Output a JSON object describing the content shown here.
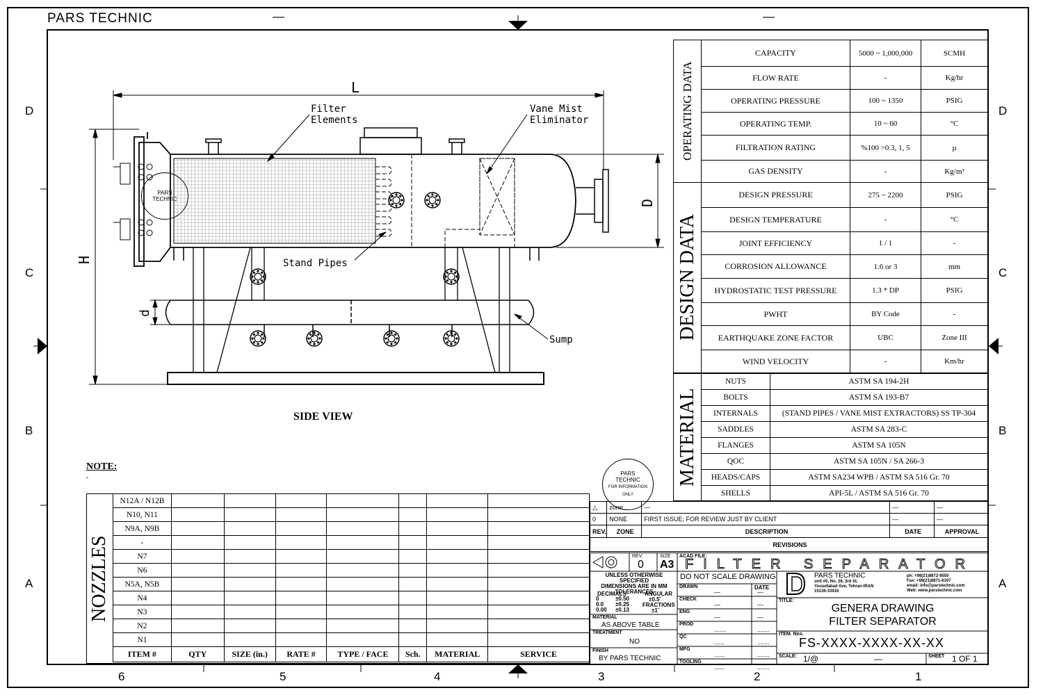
{
  "company": "PARS TECHNIC",
  "zones": {
    "top_marks": [
      "—",
      "—"
    ],
    "rows": [
      "D",
      "C",
      "B",
      "A"
    ],
    "cols": [
      "6",
      "5",
      "4",
      "3",
      "2",
      "1"
    ]
  },
  "drawing": {
    "view_title": "SIDE VIEW",
    "dimension_labels": {
      "length": "L",
      "height": "H",
      "diameter": "D",
      "sump_diameter": "d"
    },
    "callouts": {
      "filter_elements": [
        "Filter",
        "Elements"
      ],
      "vane_mist": [
        "Vane Mist",
        "Eliminator"
      ],
      "stand_pipes": "Stand Pipes",
      "sump": "Sump"
    },
    "stamp_left": [
      "PARS",
      "TECHNIC"
    ],
    "note_label": "NOTE:",
    "note_text": "-"
  },
  "stamp_info": {
    "ring": "FOR INFORMATION ONLY",
    "inner": [
      "PARS",
      "TECHNIC"
    ]
  },
  "operating_data": {
    "label": "OPERATING DATA",
    "rows": [
      {
        "name": "CAPACITY",
        "value": "5000 ~ 1,000,000",
        "unit": "SCMH"
      },
      {
        "name": "FLOW RATE",
        "value": "-",
        "unit": "Kg/hr"
      },
      {
        "name": "OPERATING PRESSURE",
        "value": "100 ~ 1350",
        "unit": "PSIG"
      },
      {
        "name": "OPERATING TEMP.",
        "value": "10 ~ 60",
        "unit": "°C"
      },
      {
        "name": "FILTRATION RATING",
        "value": "%100 >0.3, 1, 5",
        "unit": "µ"
      },
      {
        "name": "GAS DENSITY",
        "value": "-",
        "unit": "Kg/m³"
      }
    ]
  },
  "design_data": {
    "label": "DESIGN DATA",
    "rows": [
      {
        "name": "DESIGN PRESSURE",
        "value": "275 ~ 2200",
        "unit": "PSIG"
      },
      {
        "name": "DESIGN TEMPERATURE",
        "value": "-",
        "unit": "°C"
      },
      {
        "name": "JOINT EFFICIENCY",
        "value": "1 / 1",
        "unit": "-"
      },
      {
        "name": "CORROSION ALLOWANCE",
        "value": "1.6 or 3",
        "unit": "mm"
      },
      {
        "name": "HYDROSTATIC TEST PRESSURE",
        "value": "1.3 * DP",
        "unit": "PSIG"
      },
      {
        "name": "PWHT",
        "value": "BY Code",
        "unit": "-"
      },
      {
        "name": "EARTHQUAKE ZONE FACTOR",
        "value": "UBC",
        "unit": "Zone III"
      },
      {
        "name": "WIND VELOCITY",
        "value": "-",
        "unit": "Km/hr"
      }
    ]
  },
  "material": {
    "label": "MATERIAL",
    "rows": [
      {
        "name": "NUTS",
        "value": "ASTM  SA 194-2H"
      },
      {
        "name": "BOLTS",
        "value": "ASTM  SA 193-B7"
      },
      {
        "name": "INTERNALS",
        "value": "(STAND PIPES / VANE MIST EXTRACTORS) SS TP-304"
      },
      {
        "name": "SADDLES",
        "value": "ASTM  SA 283-C"
      },
      {
        "name": "FLANGES",
        "value": "ASTM  SA 105N"
      },
      {
        "name": "QOC",
        "value": "ASTM  SA 105N / SA  266-3"
      },
      {
        "name": "HEADS/CAPS",
        "value": "ASTM SA234 WPB / ASTM  SA 516 Gr. 70"
      },
      {
        "name": "SHELLS",
        "value": "API-5L / ASTM  SA 516 Gr. 70"
      }
    ]
  },
  "nozzles": {
    "label": "NOZZLES",
    "items": [
      "N12A / N12B",
      "N10, N11",
      "N9A, N9B",
      "-",
      "N7",
      "N6",
      "N5A, N5B",
      "N4",
      "N3",
      "N2",
      "N1"
    ],
    "headers": [
      "ITEM #",
      "QTY",
      "SIZE (in.)",
      "RATE #",
      "TYPE / FACE",
      "Sch.",
      "MATERIAL",
      "SERVICE"
    ]
  },
  "revisions": {
    "rows": [
      {
        "rev": "△",
        "zone": "zone",
        "desc": "—",
        "date": "—",
        "approval": "—"
      },
      {
        "rev": "0",
        "zone": "NONE",
        "desc": "FIRST ISSUE;   FOR REVIEW JUST BY CLIENT",
        "date": "—",
        "approval": "—"
      }
    ],
    "header": {
      "rev": "REV.",
      "zone": "ZONE",
      "desc": "DESCRIPTION",
      "date": "DATE",
      "approval": "APPROVAL"
    },
    "title": "REVISIONS"
  },
  "title_block": {
    "rev_label": "REV.",
    "rev_value": "0",
    "size_label": "SIZE",
    "size_value": "A3",
    "acad_label": "ACAD FILE:",
    "acad_value": "FILTER SEPARATOR",
    "tolerance_lines": [
      "UNLESS OTHERWISE SPECIFIED",
      "DIMENSIONS ARE IN MM",
      "TOLERANCES"
    ],
    "decimals_label": "DECIMALS",
    "angular_label": "ANGULAR",
    "dec_rows": [
      [
        "0",
        "±0.50"
      ],
      [
        "0.0",
        "±0.25"
      ],
      [
        "0.00",
        "±0.13"
      ]
    ],
    "angular_value": "±0.5˚",
    "fractions_label": "FRACTIONS",
    "fractions_value": "±1˝",
    "material_label": "MATERIAL",
    "material_value": "AS ABOVE TABLE",
    "treatment_label": "TREATMENT",
    "treatment_value": "NO",
    "finish_label": "FINISH",
    "finish_value": "BY PARS TECHNIC",
    "do_not_scale": "DO NOT SCALE DRAWING",
    "sig_header": {
      "name": "DRAWN",
      "date": "DATE"
    },
    "signatures": [
      {
        "role": "DRAWN",
        "name": "—",
        "date": "—"
      },
      {
        "role": "CHECK",
        "name": "—",
        "date": "—"
      },
      {
        "role": "ENG",
        "name": "—",
        "date": "—"
      },
      {
        "role": "PROD",
        "name": ".......",
        "date": "......."
      },
      {
        "role": "QC",
        "name": "......",
        "date": "......."
      },
      {
        "role": "MFG",
        "name": "......",
        "date": "......."
      },
      {
        "role": "TOOLING",
        "name": "......",
        "date": "......."
      }
    ],
    "company_name": "PARS TECHNIC",
    "address": [
      "unit #5, No. 28, 3rd St.",
      "Yousefabad Ave, Tehran-IRAN",
      "15136-33916"
    ],
    "contacts": [
      "ph: +98(21)8872-9550",
      "Fax: +98(21)8871-6197",
      "email: info@parstechnic.com",
      "Web: www.parstechnic.com"
    ],
    "title_label": "TITLE:",
    "title_lines": [
      "GENERA DRAWING",
      "FILTER SEPARATOR"
    ],
    "item_label": "ITEM. Nos.",
    "item_value": "FS-XXXX-XXXX-XX-XX",
    "scale_label": "SCALE:",
    "scale_value": "1/@",
    "scale_mid": "—",
    "sheet_label": "SHEET",
    "sheet_value": "1 OF 1"
  }
}
